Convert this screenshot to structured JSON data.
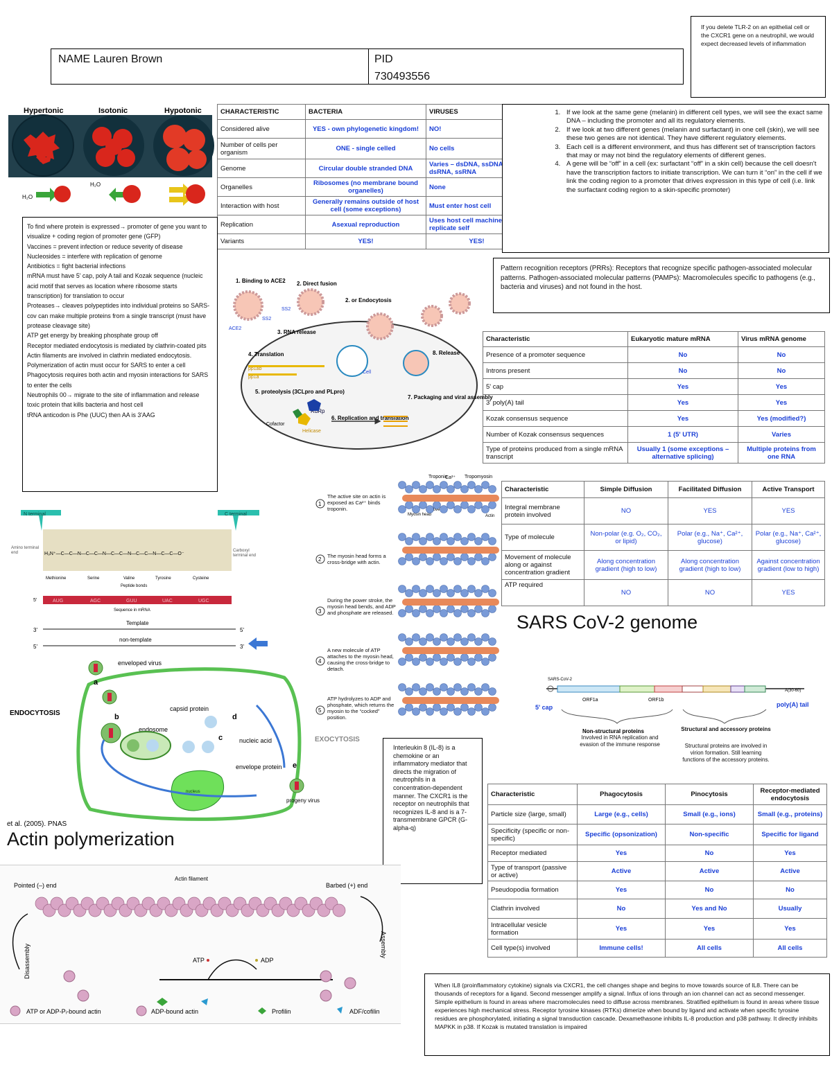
{
  "header": {
    "name_label": "NAME Lauren Brown",
    "pid_label": "PID",
    "pid_value": "730493556"
  },
  "tlr_note": "If you delete TLR-2 on an epithelial cell or the CXCR1 gene on a neutrophil, we would expect decreased levels of inflammation",
  "tonicity": {
    "labels": [
      "Hypertonic",
      "Isotonic",
      "Hypotonic"
    ],
    "water": "H₂O"
  },
  "bacteria_virus_table": {
    "headers": [
      "CHARACTERISTIC",
      "BACTERIA",
      "VIRUSES"
    ],
    "rows": [
      [
        "Considered alive",
        "YES - own phylogenetic kingdom!",
        "NO!"
      ],
      [
        "Number of cells per organism",
        "ONE - single celled",
        "No cells"
      ],
      [
        "Genome",
        "Circular double stranded DNA",
        "Varies – dsDNA, ssDNA, dsRNA, ssRNA"
      ],
      [
        "Organelles",
        "Ribosomes (no membrane bound organelles)",
        "None"
      ],
      [
        "Interaction with host",
        "Generally remains outside of host cell (some exceptions)",
        "Must enter host cell"
      ],
      [
        "Replication",
        "Asexual reproduction",
        "Uses host cell machinery to replicate self"
      ],
      [
        "Variants",
        "YES!",
        "YES!"
      ]
    ]
  },
  "gene_notes": [
    "If we look at the same gene (melanin) in different cell types, we will see the exact same DNA – including the promoter and all its regulatory elements.",
    "If we look at two different genes (melanin and surfactant) in one cell (skin), we will see these two genes are not identical. They have different regulatory elements.",
    "Each cell is a different environment, and thus has different set of transcription factors that may or may not bind the regulatory elements of different genes.",
    "A gene will be “off” in a cell (ex: surfactant “off” in a skin cell) because the cell doesn't have the transcription factors to initiate transcription. We can turn it “on” in the cell if we link the coding region to a promoter that drives expression in this type of cell (i.e. link the surfactant coding region to a skin-specific promoter)"
  ],
  "notes_left": [
    "To find where protein is expressed→ promoter of gene you want to visualize + coding region of promoter gene (GFP)",
    "Vaccines = prevent infection or reduce severity of disease",
    "Nucleosides = interfere with replication of genome",
    "Antibiotics = fight bacterial infections",
    "mRNA must have 5' cap, poly A tail and Kozak sequence (nucleic acid motif that serves as location where ribosome starts transcription) for translation to occur",
    "Proteases→ cleaves polypeptides into individual proteins so SARS-cov can make multiple proteins from a single transcript (must have protease cleavage site)",
    "ATP get energy by breaking phosphate group off",
    "Receptor mediated endocytosis is mediated by clathrin-coated pits",
    "Actin filaments are involved in clathrin mediated endocytosis.",
    "Polymerization of actin must occur for SARS to enter a cell",
    "Phagocytosis requires both actin and myosin interactions for SARS to enter the cells",
    "Neutrophils 00→ migrate to the site of inflammation and release toxic protein that kills bacteria and host cell",
    "tRNA anticodon is Phe (UUC) then AA is 3'AAG"
  ],
  "prr_note": "Pattern recognition receptors (PRRs): Receptors that recognize specific pathogen-associated molecular patterns. Pathogen-associated molecular patterns (PAMPs): Macromolecules specific to pathogens (e.g., bacteria and viruses) and not found in the host.",
  "sars_cycle": {
    "labels": [
      "1. Binding to ACE2",
      "2. Direct fusion",
      "2. or Endocytosis",
      "3. RNA release",
      "4. Translation",
      "pp1ab",
      "pp1a",
      "5. proteolysis (3CLpro and PLpro)",
      "RdRp",
      "Cofactor",
      "Helicase",
      "6. Replication and translation",
      "7. Packaging and viral assembly",
      "8. Release",
      "ACE2",
      "SS2",
      "SS2",
      "Cell"
    ]
  },
  "mrna_table": {
    "headers": [
      "Characteristic",
      "Eukaryotic mature mRNA",
      "Virus mRNA genome"
    ],
    "rows": [
      [
        "Presence of a promoter sequence",
        "No",
        "No"
      ],
      [
        "Introns present",
        "No",
        "No"
      ],
      [
        "5' cap",
        "Yes",
        "Yes"
      ],
      [
        "3' poly(A) tail",
        "Yes",
        "Yes"
      ],
      [
        "Kozak consensus sequence",
        "Yes",
        "Yes (modified?)"
      ],
      [
        "Number of Kozak consensus sequences",
        "1 (5' UTR)",
        "Varies"
      ],
      [
        "Type of proteins produced from a single mRNA transcript",
        "Usually 1 (some exceptions – alternative splicing)",
        "Multiple proteins from one RNA"
      ]
    ]
  },
  "transport_table": {
    "headers": [
      "Characteristic",
      "Simple Diffusion",
      "Facilitated Diffusion",
      "Active Transport"
    ],
    "rows": [
      [
        "Integral membrane protein involved",
        "NO",
        "YES",
        "YES"
      ],
      [
        "Type of molecule",
        "Non-polar (e.g. O₂, CO₂, or lipid)",
        "Polar (e.g., Na⁺, Ca²⁺, glucose)",
        "Polar (e.g., Na⁺, Ca²⁺, glucose)"
      ],
      [
        "Movement of molecule along or against concentration gradient",
        "Along concentration gradient (high to low)",
        "Along concentration gradient (high to low)",
        "Against concentration gradient (low to high)"
      ],
      [
        "ATP required",
        "NO",
        "NO",
        "YES"
      ]
    ]
  },
  "myosin": {
    "top_labels": [
      "Troponin",
      "Ca²⁺",
      "Tropomyosin",
      "Active site",
      "Myosin head",
      "Actin",
      "ADP",
      "ATP",
      "P"
    ],
    "steps": [
      "The active site on actin is exposed as Ca²⁺ binds troponin.",
      "The myosin head forms a cross-bridge with actin.",
      "During the power stroke, the myosin head bends, and ADP and phosphate are released.",
      "A new molecule of ATP attaches to the myosin head, causing the cross-bridge to detach.",
      "ATP hydrolyzes to ADP and phosphate, which returns the myosin to the “cocked” position."
    ],
    "cut_text": "EXOCYTOSIS"
  },
  "peptide": {
    "n_terminal": "N terminal",
    "c_terminal": "C terminal",
    "amino_end": "Amino terminal end",
    "carboxyl_end": "Carboxyl terminal end",
    "residues": [
      "Methionine",
      "Serine",
      "Valine",
      "Tyrosine",
      "Cysteine"
    ],
    "peptide_bonds": "Peptide bonds",
    "codons": [
      "AUG",
      "AGC",
      "GUU",
      "UAC",
      "UGC"
    ],
    "seq_label": "Sequence in mRNA",
    "five": "5'",
    "three": "3'",
    "template": "Template",
    "non_template": "non-template"
  },
  "endocytosis": {
    "title": "ENDOCYTOSIS",
    "labels": [
      "enveloped virus",
      "a",
      "b",
      "c",
      "d",
      "e",
      "capsid protein",
      "endosome",
      "nucleic acid",
      "envelope protein",
      "nucleus",
      "progeny virus"
    ],
    "citation": "et al. (2005). PNAS"
  },
  "il8_note": "Interleukin 8 (IL-8) is a chemokine or an inflammatory mediator that directs the migration of neutrophils in a concentration-dependent manner. The CXCR1 is the receptor on neutrophils that recognizes IL-8 and is a 7-transmembrane GPCR (G-alpha-q)",
  "sars_genome": {
    "title": "SARS CoV-2 genome",
    "name": "SARS-CoV-2",
    "five_cap": "5' cap",
    "poly_a": "poly(A) tail",
    "orf1a": "ORF1a",
    "orf1b": "ORF1b",
    "a_tail": "A(30-60)",
    "nonstruct_title": "Non-structural proteins",
    "nonstruct_desc": "Involved in RNA replication and evasion of the immune response",
    "struct_title": "Structural and accessory proteins",
    "struct_desc": "Structural proteins are involved in virion formation. Still learning functions of the accessory proteins."
  },
  "actin": {
    "title": "Actin polymerization",
    "filament": "Actin filament",
    "pointed": "Pointed (–) end",
    "barbed": "Barbed (+) end",
    "disassembly": "Disassembly",
    "assembly": "Assembly",
    "atp": "ATP",
    "adp": "ADP",
    "legend": [
      "ATP or ADP-Pᵢ-bound actin",
      "ADP-bound actin",
      "Profilin",
      "ADF/cofilin"
    ]
  },
  "uptake_table": {
    "headers": [
      "Characteristic",
      "Phagocytosis",
      "Pinocytosis",
      "Receptor-mediated endocytosis"
    ],
    "rows": [
      [
        "Particle size (large, small)",
        "Large (e.g., cells)",
        "Small (e.g., ions)",
        "Small (e.g., proteins)"
      ],
      [
        "Specificity (specific or non-specific)",
        "Specific (opsonization)",
        "Non-specific",
        "Specific for ligand"
      ],
      [
        "Receptor mediated",
        "Yes",
        "No",
        "Yes"
      ],
      [
        "Type of transport (passive or active)",
        "Active",
        "Active",
        "Active"
      ],
      [
        "Pseudopodia formation",
        "Yes",
        "No",
        "No"
      ],
      [
        "Clathrin involved",
        "No",
        "Yes and No",
        "Usually"
      ],
      [
        "Intracellular vesicle formation",
        "Yes",
        "Yes",
        "Yes"
      ],
      [
        "Cell type(s) involved",
        "Immune cells!",
        "All cells",
        "All cells"
      ]
    ]
  },
  "bottom_note": "When IL8 (proinflammatory cytokine) signals via CXCR1, the cell changes shape and begins to move towards source of IL8. There can be thousands of receptors for a ligand. Second messenger amplify a signal. Influx of ions through an ion channel can act as second messenger. Simple epithelium is found in areas where macromolecules need to diffuse across membranes. Stratified epithelium is found in areas where tissue experiences high mechanical stress. Receptor tyrosine kinases (RTKs) dimerize when bound by ligand and activate when specific tyrosine residues are phosphorylated, initiating a signal transduction cascade. Dexamethasone inhibits IL-8 production and p38 pathway. It directly inhibits MAPKK in p38. If Kozak is mutated translation is impaired",
  "colors": {
    "accent_blue": "#1a3fd6",
    "rbc_red": "#d9261c",
    "actin_pink": "#d9a6c6",
    "teal": "#2bbfae"
  }
}
